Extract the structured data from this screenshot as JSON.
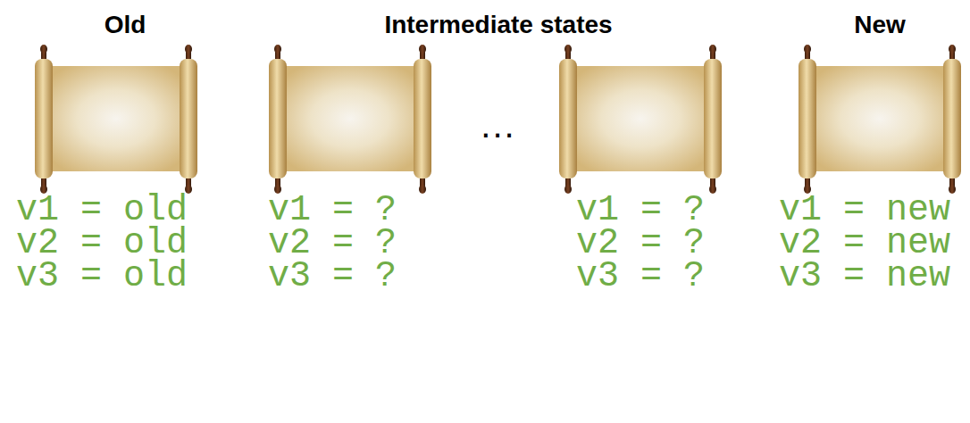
{
  "diagram": {
    "labels": [
      "Old",
      "Intermediate states",
      "New",
      "...",
      "v1 = old",
      "v2 = old",
      "v3 = old",
      "v1 = ?",
      "v2 = ?",
      "v3 = ?",
      "v1 = ?",
      "v2 = ?",
      "v3 = ?",
      "v1 = new",
      "v2 = new",
      "v3 = new"
    ]
  }
}
